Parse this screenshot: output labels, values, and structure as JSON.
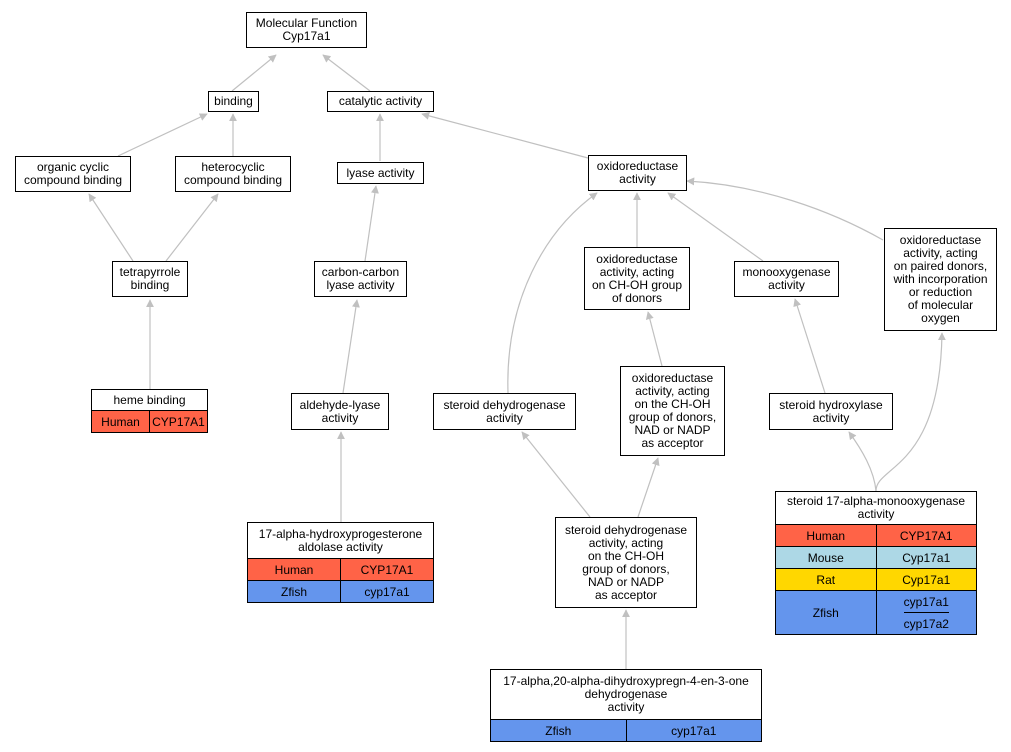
{
  "nodes": {
    "mf": {
      "label": "Molecular Function\nCyp17a1"
    },
    "bind": {
      "label": "binding"
    },
    "cat": {
      "label": "catalytic activity"
    },
    "ocb": {
      "label": "organic cyclic\ncompound binding"
    },
    "hcb": {
      "label": "heterocyclic\ncompound binding"
    },
    "lya": {
      "label": "lyase activity"
    },
    "oxr": {
      "label": "oxidoreductase\nactivity"
    },
    "tpb": {
      "label": "tetrapyrrole\nbinding"
    },
    "ccl": {
      "label": "carbon-carbon\nlyase activity"
    },
    "oxch": {
      "label": "oxidoreductase\nactivity, acting\non CH-OH group\nof donors"
    },
    "mono": {
      "label": "monooxygenase\nactivity"
    },
    "oxpd": {
      "label": "oxidoreductase\nactivity, acting\non paired donors,\nwith incorporation\nor reduction\nof molecular\noxygen"
    },
    "heme": {
      "label": "heme binding",
      "species": [
        {
          "name": "Human",
          "genes": [
            "CYP17A1"
          ]
        }
      ]
    },
    "ald": {
      "label": "aldehyde-lyase\nactivity"
    },
    "sdh": {
      "label": "steroid dehydrogenase\nactivity"
    },
    "oxnad": {
      "label": "oxidoreductase\nactivity, acting\non the CH-OH\ngroup of donors,\nNAD or NADP\nas acceptor"
    },
    "shx": {
      "label": "steroid hydroxylase\nactivity"
    },
    "ohpa": {
      "label": "17-alpha-hydroxyprogesterone\naldolase activity",
      "species": [
        {
          "name": "Human",
          "genes": [
            "CYP17A1"
          ]
        },
        {
          "name": "Zfish",
          "genes": [
            "cyp17a1"
          ]
        }
      ]
    },
    "sdha": {
      "label": "steroid dehydrogenase\nactivity, acting\non the CH-OH\ngroup of donors,\nNAD or NADP\nas acceptor"
    },
    "s17m": {
      "label": "steroid 17-alpha-monooxygenase\nactivity",
      "species": [
        {
          "name": "Human",
          "genes": [
            "CYP17A1"
          ]
        },
        {
          "name": "Mouse",
          "genes": [
            "Cyp17a1"
          ]
        },
        {
          "name": "Rat",
          "genes": [
            "Cyp17a1"
          ]
        },
        {
          "name": "Zfish",
          "genes": [
            "cyp17a1",
            "cyp17a2"
          ]
        }
      ]
    },
    "dhp": {
      "label": "17-alpha,20-alpha-dihydroxypregn-4-en-3-one\ndehydrogenase\nactivity",
      "species": [
        {
          "name": "Zfish",
          "genes": [
            "cyp17a1"
          ]
        }
      ]
    }
  },
  "colors": {
    "edge": "#c0c0c0",
    "Human": "#ff6347",
    "Mouse": "#add8e6",
    "Rat": "#ffd700",
    "Zfish": "#6495ed"
  }
}
